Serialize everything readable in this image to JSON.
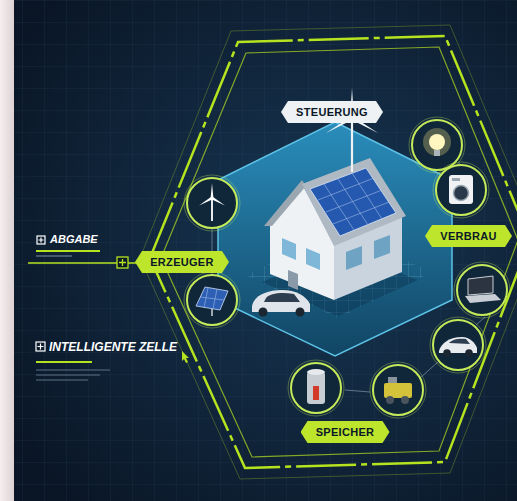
{
  "diagram": {
    "nodes": [
      {
        "text": [
          "STEUERUNG"
        ]
      },
      {
        "text": [
          "ERZEUGER"
        ]
      },
      {
        "text": [
          "VERBRAU"
        ]
      },
      {
        "text": [
          "SPEICHER"
        ]
      }
    ],
    "labels": [
      "ABGABE",
      "INTELLIGENTE ZELLE"
    ]
  }
}
